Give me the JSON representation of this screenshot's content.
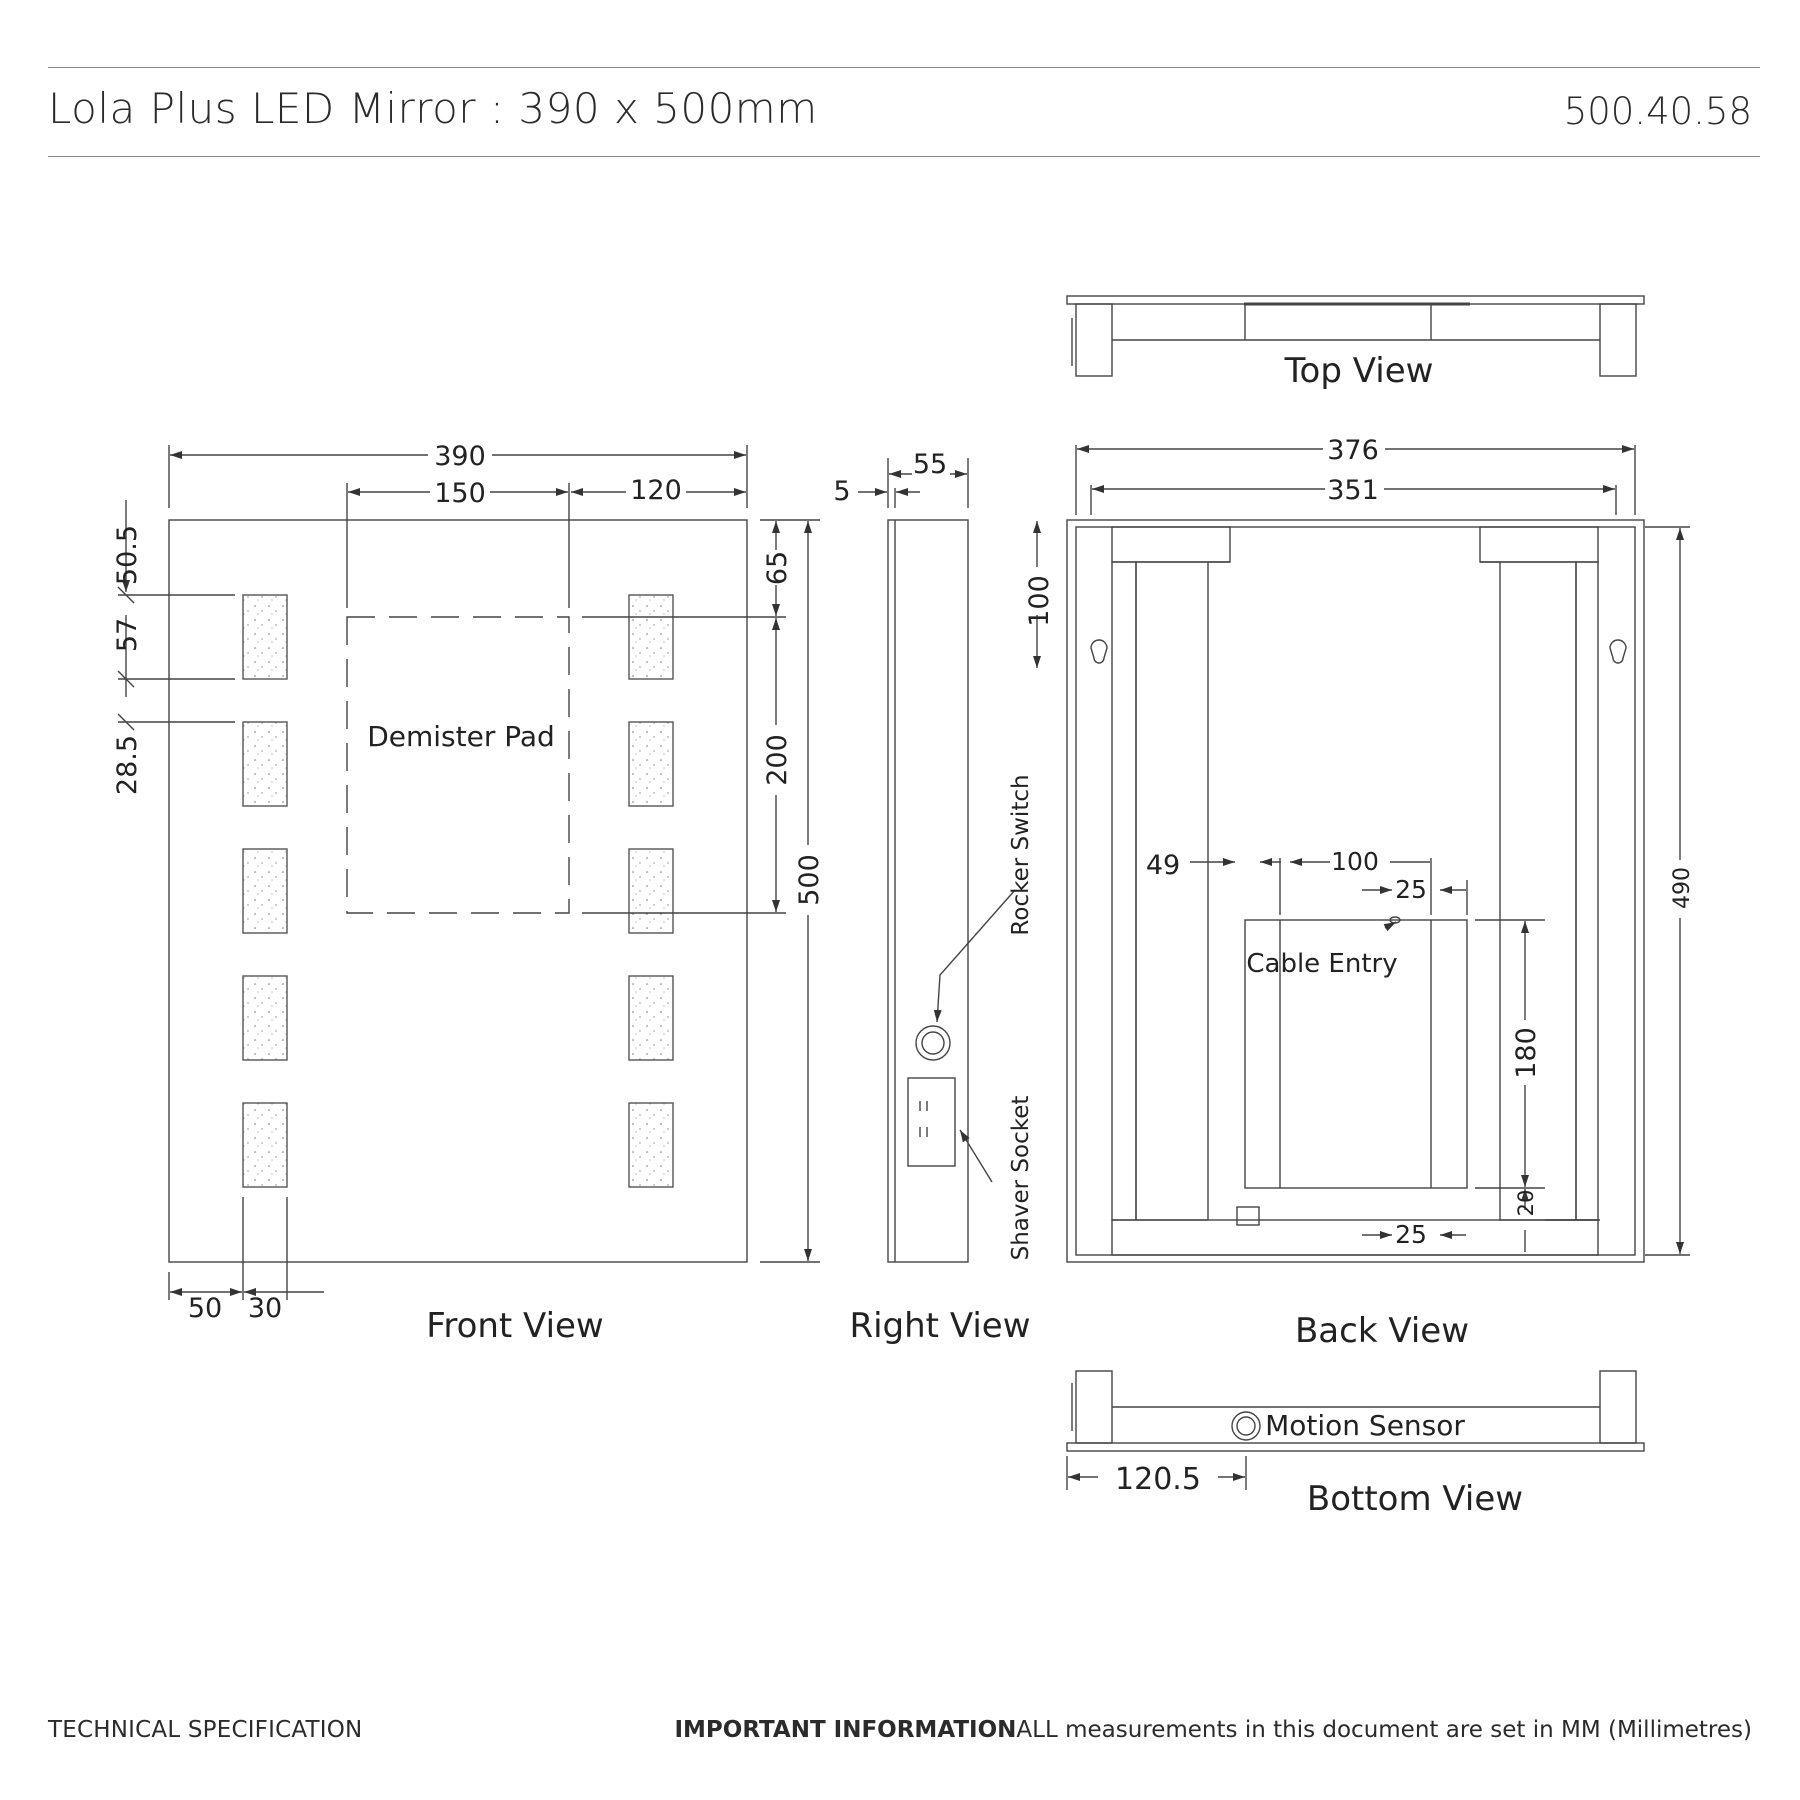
{
  "header": {
    "title": "Lola Plus LED Mirror : 390 x 500mm",
    "code": "500.40.58"
  },
  "views": {
    "front": "Front View",
    "right": "Right View",
    "back": "Back View",
    "top": "Top View",
    "bottom": "Bottom View"
  },
  "labels": {
    "demister": "Demister Pad",
    "rocker": "Rocker Switch",
    "shaver": "Shaver Socket",
    "cable": "Cable Entry",
    "motion": "Motion Sensor"
  },
  "dimensions": {
    "front_width": "390",
    "front_pad_width": "150",
    "front_pad_right": "120",
    "front_height": "500",
    "front_pad_top": "65",
    "front_pad_height": "200",
    "led_top": "50.5",
    "led_height": "57",
    "led_gap": "28.5",
    "led_left": "50",
    "led_width": "30",
    "right_depth": "55",
    "right_glass": "5",
    "back_outer": "376",
    "back_inner": "351",
    "back_hang": "100",
    "back_height": "490",
    "back_49": "49",
    "back_100": "100",
    "back_25_top": "25",
    "back_180": "180",
    "back_20": "20",
    "back_25_bottom": "25",
    "bottom_sensor": "120.5"
  },
  "footer": {
    "left": "TECHNICAL SPECIFICATION",
    "important": "IMPORTANT INFORMATION",
    "note": "ALL measurements in this document are set in MM (Millimetres)"
  }
}
